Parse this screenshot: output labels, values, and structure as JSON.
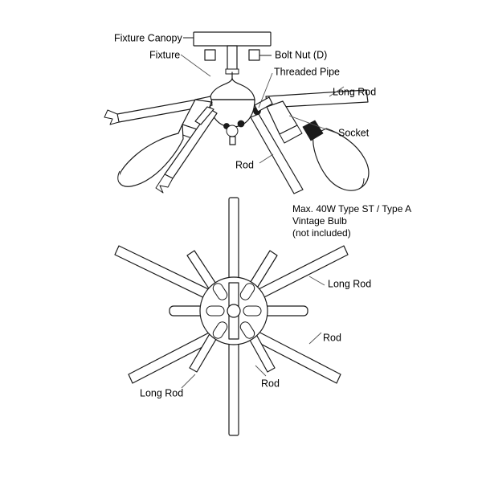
{
  "document": {
    "type": "assembly-diagram",
    "subject": "Sputnik ceiling light fixture",
    "background_color": "#ffffff",
    "line_color": "#1a1a1a",
    "leader_color": "#555555"
  },
  "upper_view": {
    "name": "elevation-view",
    "labels": [
      {
        "id": "fixture-canopy",
        "text": "Fixture Canopy"
      },
      {
        "id": "fixture",
        "text": "Fixture"
      },
      {
        "id": "bolt-nut",
        "text": "Bolt Nut (D)"
      },
      {
        "id": "threaded-pipe",
        "text": "Threaded Pipe"
      },
      {
        "id": "long-rod",
        "text": "Long Rod"
      },
      {
        "id": "socket",
        "text": "Socket"
      },
      {
        "id": "rod",
        "text": "Rod"
      }
    ]
  },
  "bulb_note": {
    "line1": "Max. 40W Type ST / Type A",
    "line2": "Vintage Bulb",
    "line3": "(not included)"
  },
  "lower_view": {
    "name": "plan-view",
    "labels": [
      {
        "id": "long-rod-right",
        "text": "Long Rod"
      },
      {
        "id": "rod-right",
        "text": "Rod"
      },
      {
        "id": "rod-bottom",
        "text": "Rod"
      },
      {
        "id": "long-rod-bottom-left",
        "text": "Long Rod"
      }
    ]
  },
  "counts": {
    "rods_plan_view": 12,
    "bolt_nuts": 2,
    "bulbs_shown": 2
  }
}
